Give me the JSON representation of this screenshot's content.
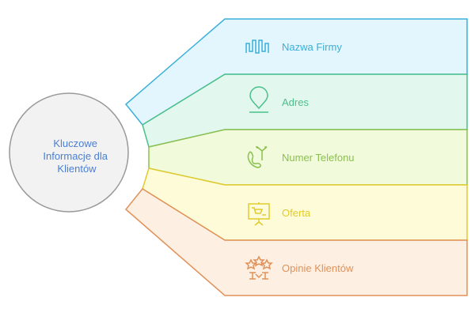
{
  "center": {
    "lines": [
      "Kluczowe",
      "Informacje dla",
      "Klientów"
    ]
  },
  "items": [
    {
      "label": "Nazwa Firmy",
      "icon": "building-wave-icon",
      "stroke": "#3aafd9",
      "fill": "#e3f6fd"
    },
    {
      "label": "Adres",
      "icon": "location-pin-icon",
      "stroke": "#4bbf8a",
      "fill": "#e2f8ee"
    },
    {
      "label": "Numer Telefonu",
      "icon": "phone-arrows-icon",
      "stroke": "#8bbf4f",
      "fill": "#f1fbdc"
    },
    {
      "label": "Oferta",
      "icon": "cart-presentation-icon",
      "stroke": "#e0cb2e",
      "fill": "#fefbd8"
    },
    {
      "label": "Opinie Klientów",
      "icon": "stars-review-icon",
      "stroke": "#e0915a",
      "fill": "#fdf0e2"
    }
  ],
  "colors": {
    "center_fill": "#f2f2f2",
    "center_stroke": "#999999",
    "center_text": "#4a7fd4"
  }
}
